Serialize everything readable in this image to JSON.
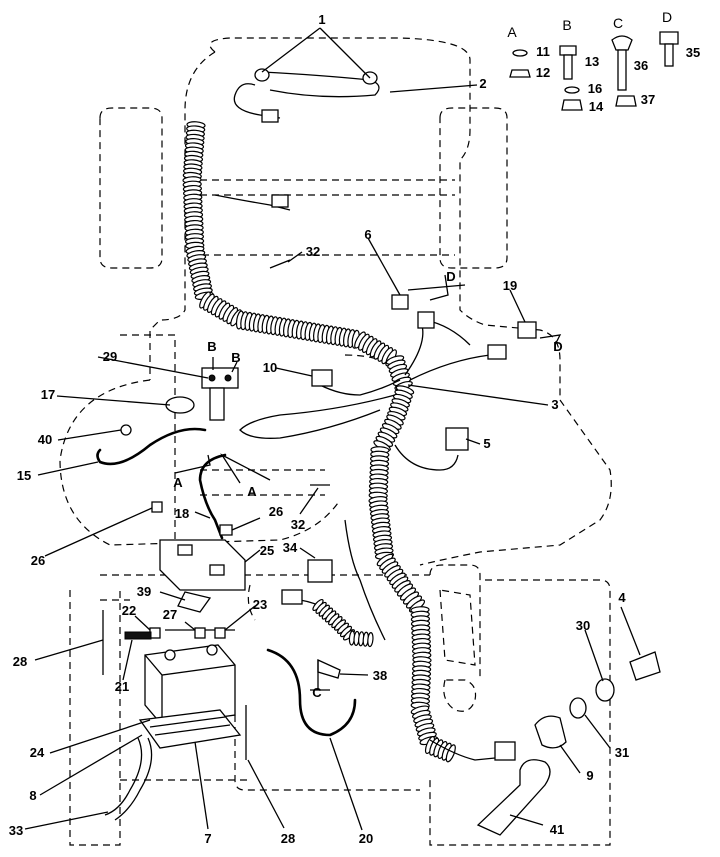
{
  "hardware_key": {
    "A": {
      "letter": "A",
      "items": [
        "11",
        "12"
      ]
    },
    "B": {
      "letter": "B",
      "items": [
        "13",
        "16",
        "14"
      ]
    },
    "C": {
      "letter": "C",
      "items": [
        "36",
        "37"
      ]
    },
    "D": {
      "letter": "D",
      "items": [
        "35"
      ]
    }
  },
  "callouts": [
    "1",
    "2",
    "32",
    "6",
    "19",
    "29",
    "10",
    "3",
    "17",
    "40",
    "15",
    "5",
    "32",
    "26",
    "18",
    "26",
    "25",
    "34",
    "39",
    "22",
    "27",
    "23",
    "28",
    "21",
    "30",
    "4",
    "38",
    "24",
    "31",
    "8",
    "9",
    "33",
    "7",
    "28",
    "20",
    "41"
  ],
  "location_markers": [
    "D",
    "D",
    "B",
    "B",
    "A",
    "A",
    "C"
  ]
}
